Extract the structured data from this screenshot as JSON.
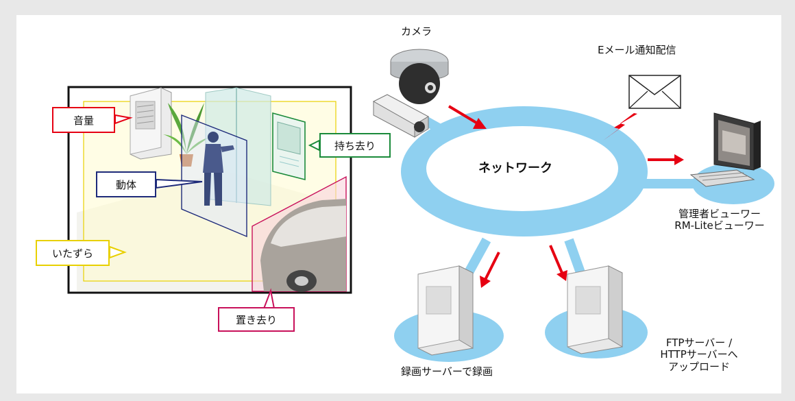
{
  "labels": {
    "camera": "カメラ",
    "email": "Eメール通知配信",
    "network": "ネットワーク",
    "viewer_line1": "管理者ビューワー",
    "viewer_line2": "RM-Liteビューワー",
    "recording": "録画サーバーで録画",
    "ftp_line1": "FTPサーバー /",
    "ftp_line2": "HTTPサーバーへ",
    "ftp_line3": "アップロード"
  },
  "callouts": {
    "volume": "音量",
    "motion": "動体",
    "removal": "持ち去り",
    "tampering": "いたずら",
    "left_behind": "置き去り"
  },
  "colors": {
    "network_blue": "#8fd0f0",
    "arrow_red": "#e60012",
    "volume_border": "#e60012",
    "motion_border": "#1d2a7a",
    "removal_border": "#1a8a3a",
    "tampering_border": "#e8d000",
    "left_behind_border": "#c8105a"
  }
}
